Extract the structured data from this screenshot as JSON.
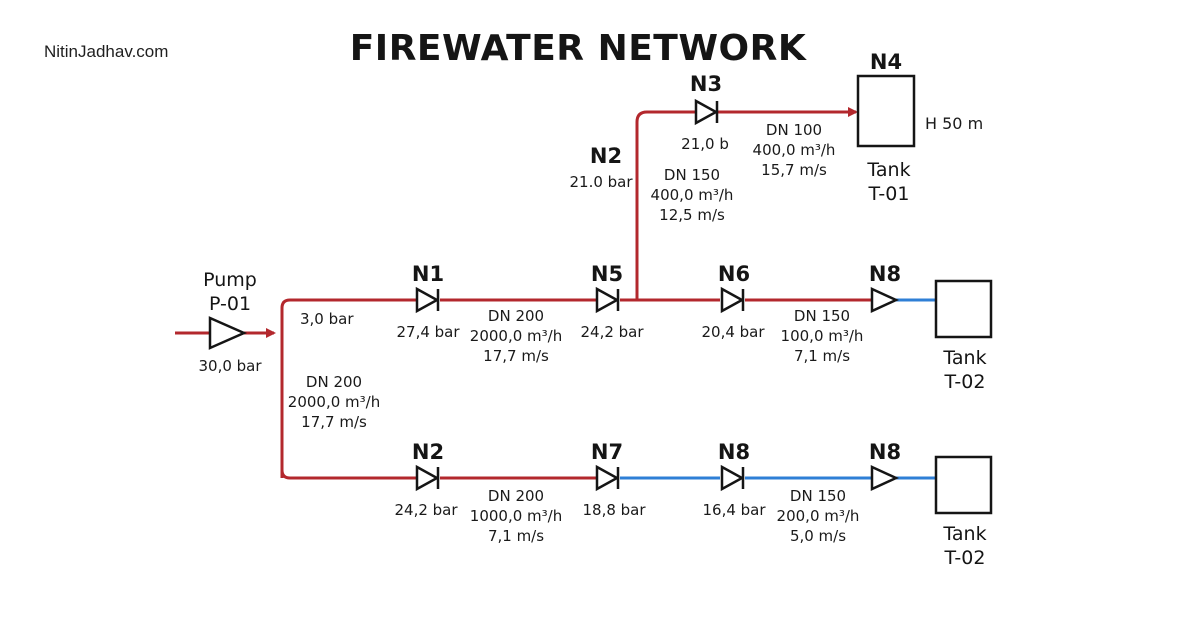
{
  "watermark": "NitinJadhav.com",
  "title": "FIREWATER NETWORK",
  "colors": {
    "pressurized_line": "#b3282d",
    "low_pressure_line": "#2f7fd6",
    "symbol": "#151515"
  },
  "pump": {
    "label": "Pump",
    "id": "P-01",
    "pressure": "30,0 bar"
  },
  "main_riser": {
    "pressure": "3,0 bar",
    "dn": "DN 200",
    "flow": "2000,0 m³/h",
    "velocity": "17,7 m/s"
  },
  "upper_branch": {
    "n1": {
      "name": "N1",
      "pressure": "27,4 bar"
    },
    "segment_n1_n5": {
      "dn": "DN 200",
      "flow": "2000,0 m³/h",
      "velocity": "17,7 m/s"
    },
    "n5": {
      "name": "N5",
      "pressure": "24,2 bar"
    },
    "n6": {
      "name": "N6",
      "pressure": "20,4 bar"
    },
    "segment_n6_n8": {
      "dn": "DN 150",
      "flow": "100,0 m³/h",
      "velocity": "7,1 m/s"
    },
    "n8": {
      "name": "N8"
    },
    "tank": {
      "label": "Tank",
      "id": "T-02"
    }
  },
  "vertical_branch": {
    "n2": {
      "name": "N2",
      "pressure": "21.0 bar"
    },
    "segment": {
      "dn": "DN 150",
      "flow": "400,0 m³/h",
      "velocity": "12,5 m/s"
    },
    "n3": {
      "name": "N3",
      "pressure": "21,0 b"
    },
    "segment_n3_n4": {
      "dn": "DN 100",
      "flow": "400,0 m³/h",
      "velocity": "15,7 m/s"
    },
    "n4": {
      "name": "N4",
      "height": "H 50 m"
    },
    "tank": {
      "label": "Tank",
      "id": "T-01"
    }
  },
  "lower_branch": {
    "n2": {
      "name": "N2",
      "pressure": "24,2 bar"
    },
    "segment_n2_n7": {
      "dn": "DN 200",
      "flow": "1000,0 m³/h",
      "velocity": "7,1 m/s"
    },
    "n7": {
      "name": "N7",
      "pressure": "18,8 bar"
    },
    "n8a": {
      "name": "N8",
      "pressure": "16,4 bar"
    },
    "segment_n8_n8": {
      "dn": "DN 150",
      "flow": "200,0 m³/h",
      "velocity": "5,0 m/s"
    },
    "n8b": {
      "name": "N8"
    },
    "tank": {
      "label": "Tank",
      "id": "T-02"
    }
  }
}
